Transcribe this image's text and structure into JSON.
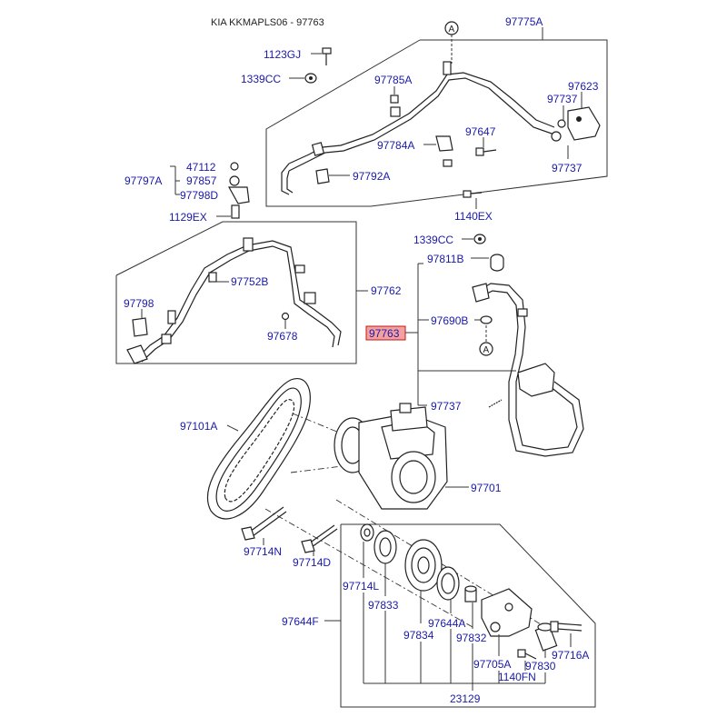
{
  "header": {
    "title": "KIA KKMAPLS06 - 97763"
  },
  "highlight": {
    "part": "97763",
    "color": "#f4a0a0"
  },
  "label_color": "#1a1aa8",
  "refs": {
    "a_top": "A",
    "a_mid": "A"
  },
  "labels": {
    "p97775A": "97775A",
    "p1123GJ": "1123GJ",
    "p1339CC_top": "1339CC",
    "p97785A": "97785A",
    "p97623": "97623",
    "p97737_a": "97737",
    "p97647": "97647",
    "p97784A": "97784A",
    "p97737_b": "97737",
    "p47112": "47112",
    "p97797A": "97797A",
    "p97857": "97857",
    "p97798D": "97798D",
    "p97792A": "97792A",
    "p1129EX": "1129EX",
    "p1140EX": "1140EX",
    "p1339CC_mid": "1339CC",
    "p97811B": "97811B",
    "p97752B": "97752B",
    "p97762": "97762",
    "p97798": "97798",
    "p97690B": "97690B",
    "p97763": "97763",
    "p97678": "97678",
    "p97737_c": "97737",
    "p97101A": "97101A",
    "p97701": "97701",
    "p97714N": "97714N",
    "p97714D": "97714D",
    "p97714L": "97714L",
    "p97833": "97833",
    "p97644F": "97644F",
    "p97834": "97834",
    "p97644A": "97644A",
    "p97832": "97832",
    "p97705A": "97705A",
    "p97716A": "97716A",
    "p97830": "97830",
    "p1140FN": "1140FN",
    "p23129": "23129"
  }
}
